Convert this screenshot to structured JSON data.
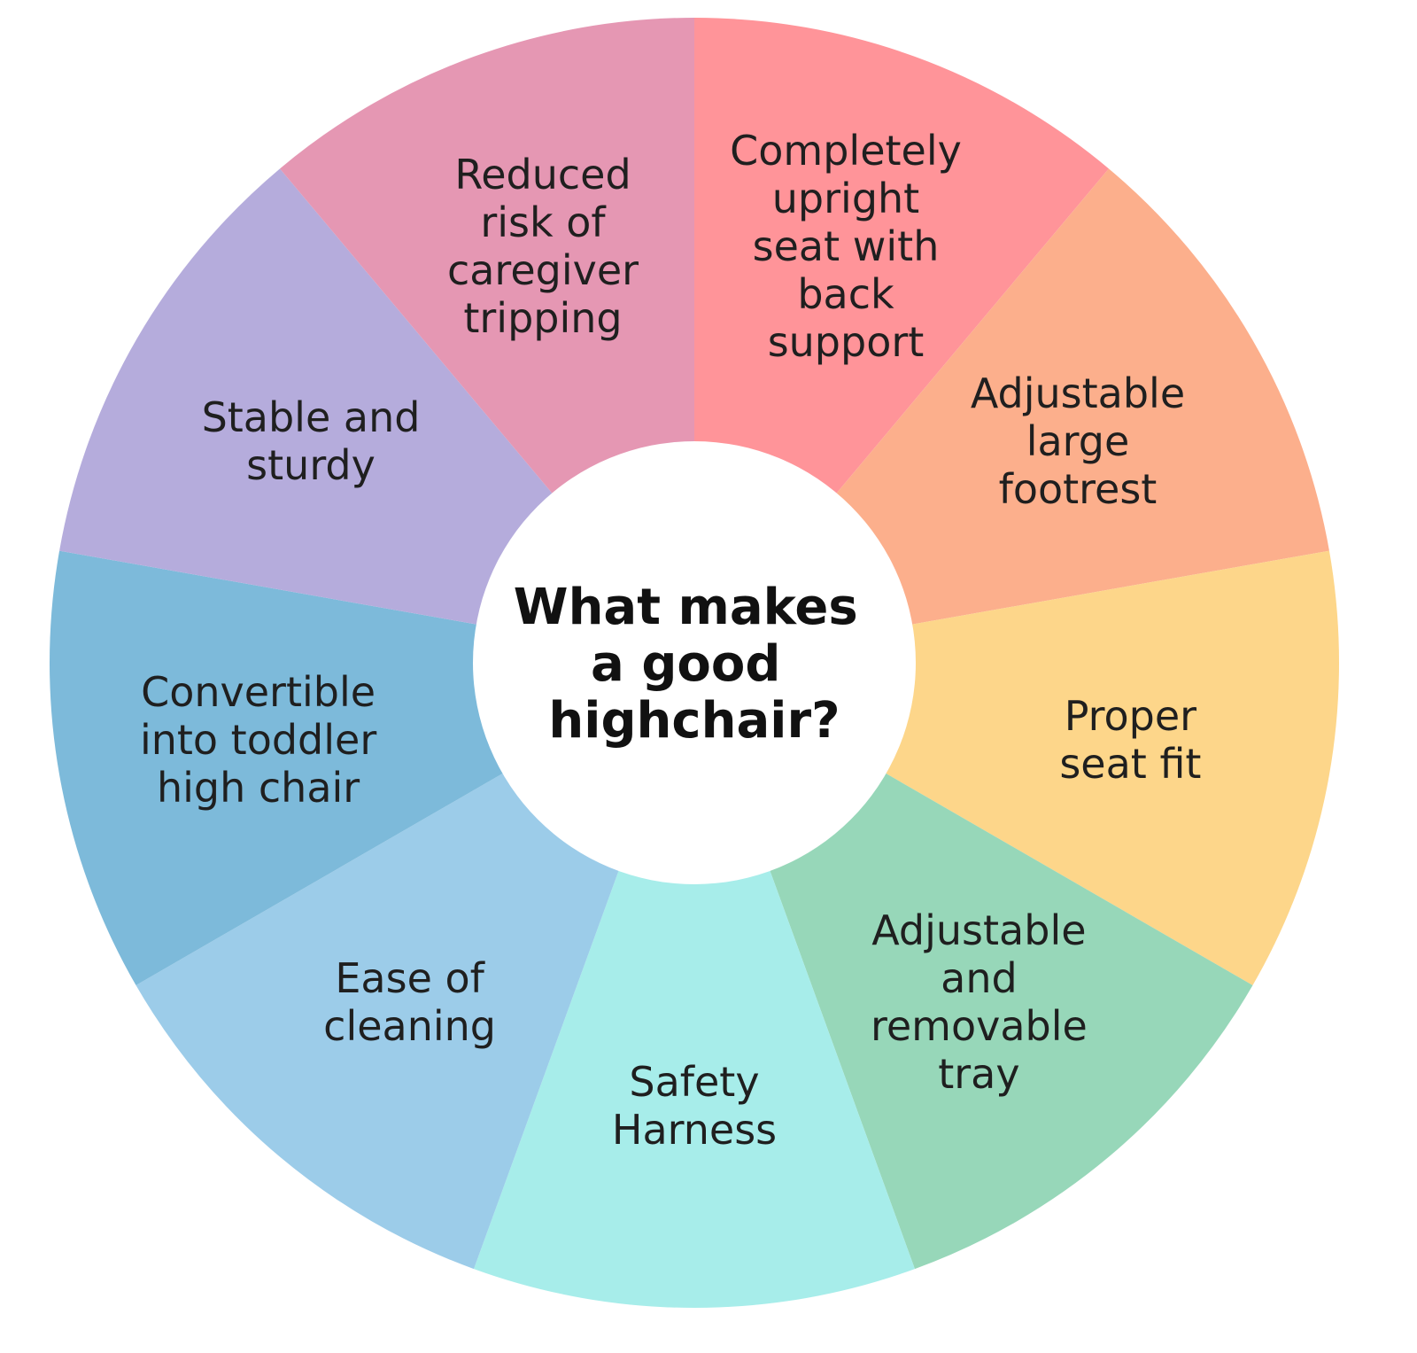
{
  "center": {
    "title_lines": [
      "What makes",
      "a good",
      "highchair?"
    ],
    "fill": "#ffffff"
  },
  "segments": [
    {
      "id": "upright-seat",
      "lines": [
        "Completely",
        "upright",
        "seat with",
        "back",
        "support"
      ],
      "color": "#FF9499"
    },
    {
      "id": "large-footrest",
      "lines": [
        "Adjustable",
        "large",
        "footrest"
      ],
      "color": "#FCAF8C"
    },
    {
      "id": "seat-fit",
      "lines": [
        "Proper",
        "seat fit"
      ],
      "color": "#FDD68A"
    },
    {
      "id": "removable-tray",
      "lines": [
        "Adjustable",
        "and",
        "removable",
        "tray"
      ],
      "color": "#97D7B9"
    },
    {
      "id": "safety-harness",
      "lines": [
        "Safety",
        "Harness"
      ],
      "color": "#A7EDEA"
    },
    {
      "id": "ease-of-cleaning",
      "lines": [
        "Ease of",
        "cleaning"
      ],
      "color": "#9CCCE9"
    },
    {
      "id": "convertible",
      "lines": [
        "Convertible",
        "into toddler",
        "high chair"
      ],
      "color": "#7DBADA"
    },
    {
      "id": "stable-sturdy",
      "lines": [
        "Stable and",
        "sturdy"
      ],
      "color": "#B5ACDC"
    },
    {
      "id": "caregiver-tripping",
      "lines": [
        "Reduced",
        "risk of",
        "caregiver",
        "tripping"
      ],
      "color": "#E597B3"
    }
  ]
}
